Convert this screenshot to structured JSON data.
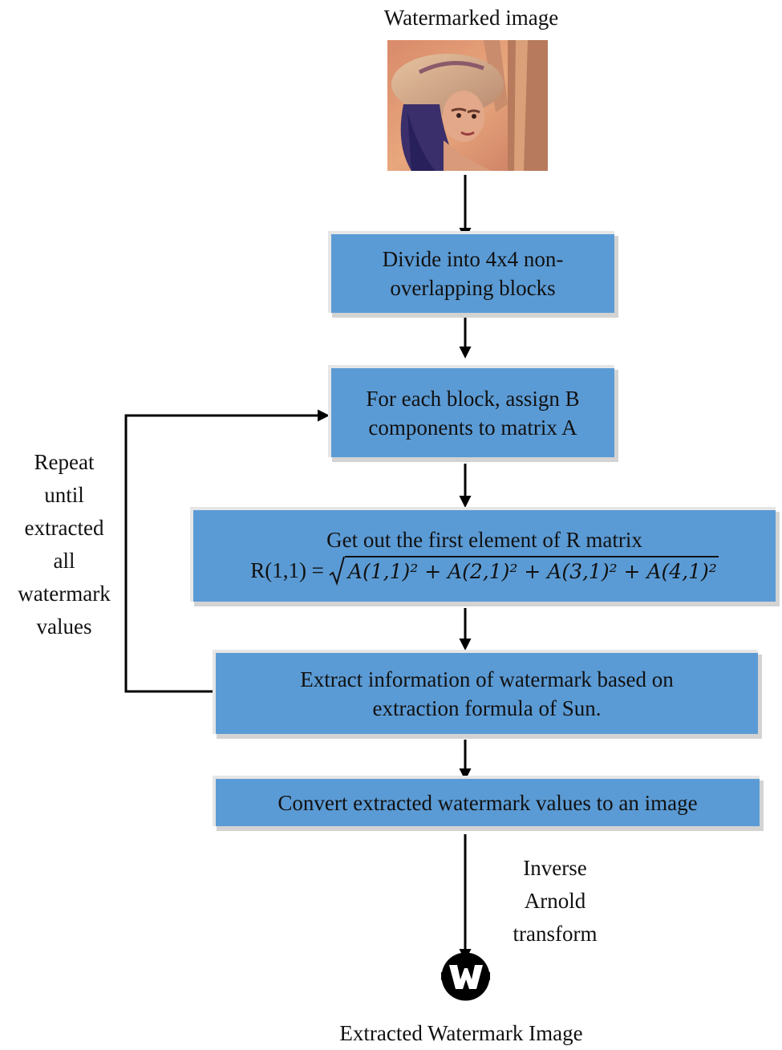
{
  "top_label": "Watermarked image",
  "steps": [
    {
      "line1": "Divide into 4x4 non-",
      "line2": "overlapping blocks"
    },
    {
      "line1": "For each block, assign B",
      "line2": "components to matrix A"
    },
    {
      "line1": "Get out the first element of R matrix",
      "formula_lhs": "R(1,1) =",
      "formula_radicand": "A(1,1)² + A(2,1)² + A(3,1)² + A(4,1)²"
    },
    {
      "line1": "Extract information of watermark based on",
      "line2": "extraction formula of Sun."
    },
    {
      "line1": "Convert extracted watermark values to an image"
    }
  ],
  "loop_label": "Repeat\nuntil\nextracted\nall\nwatermark\nvalues",
  "transform_label": "Inverse\nArnold\ntransform",
  "bottom_label": "Extracted Watermark Image",
  "colors": {
    "box_fill": "#5b9bd5",
    "arrow": "#000000"
  }
}
